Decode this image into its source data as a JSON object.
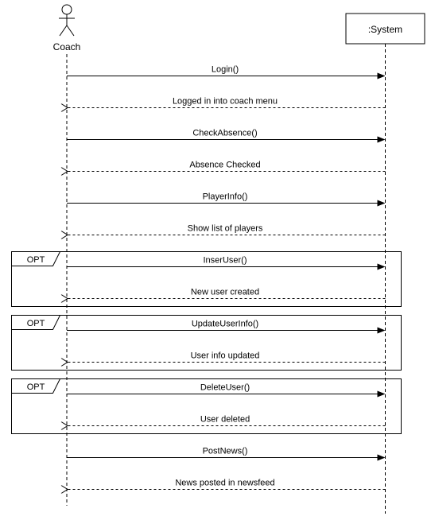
{
  "actor": {
    "name": "Coach"
  },
  "system": {
    "name": ":System"
  },
  "messages": [
    {
      "label": "Login()",
      "kind": "call"
    },
    {
      "label": "Logged in into coach menu",
      "kind": "return"
    },
    {
      "label": "CheckAbsence()",
      "kind": "call"
    },
    {
      "label": "Absence Checked",
      "kind": "return"
    },
    {
      "label": "PlayerInfo()",
      "kind": "call"
    },
    {
      "label": "Show list of players",
      "kind": "return"
    },
    {
      "label": "InserUser()",
      "kind": "call"
    },
    {
      "label": "New user created",
      "kind": "return"
    },
    {
      "label": "UpdateUserInfo()",
      "kind": "call"
    },
    {
      "label": "User info updated",
      "kind": "return"
    },
    {
      "label": "DeleteUser()",
      "kind": "call"
    },
    {
      "label": "User deleted",
      "kind": "return"
    },
    {
      "label": "PostNews()",
      "kind": "call"
    },
    {
      "label": "News posted in newsfeed",
      "kind": "return"
    }
  ],
  "fragments": [
    {
      "operator": "OPT",
      "covers_messages": [
        6,
        7
      ]
    },
    {
      "operator": "OPT",
      "covers_messages": [
        8,
        9
      ]
    },
    {
      "operator": "OPT",
      "covers_messages": [
        10,
        11
      ]
    }
  ]
}
